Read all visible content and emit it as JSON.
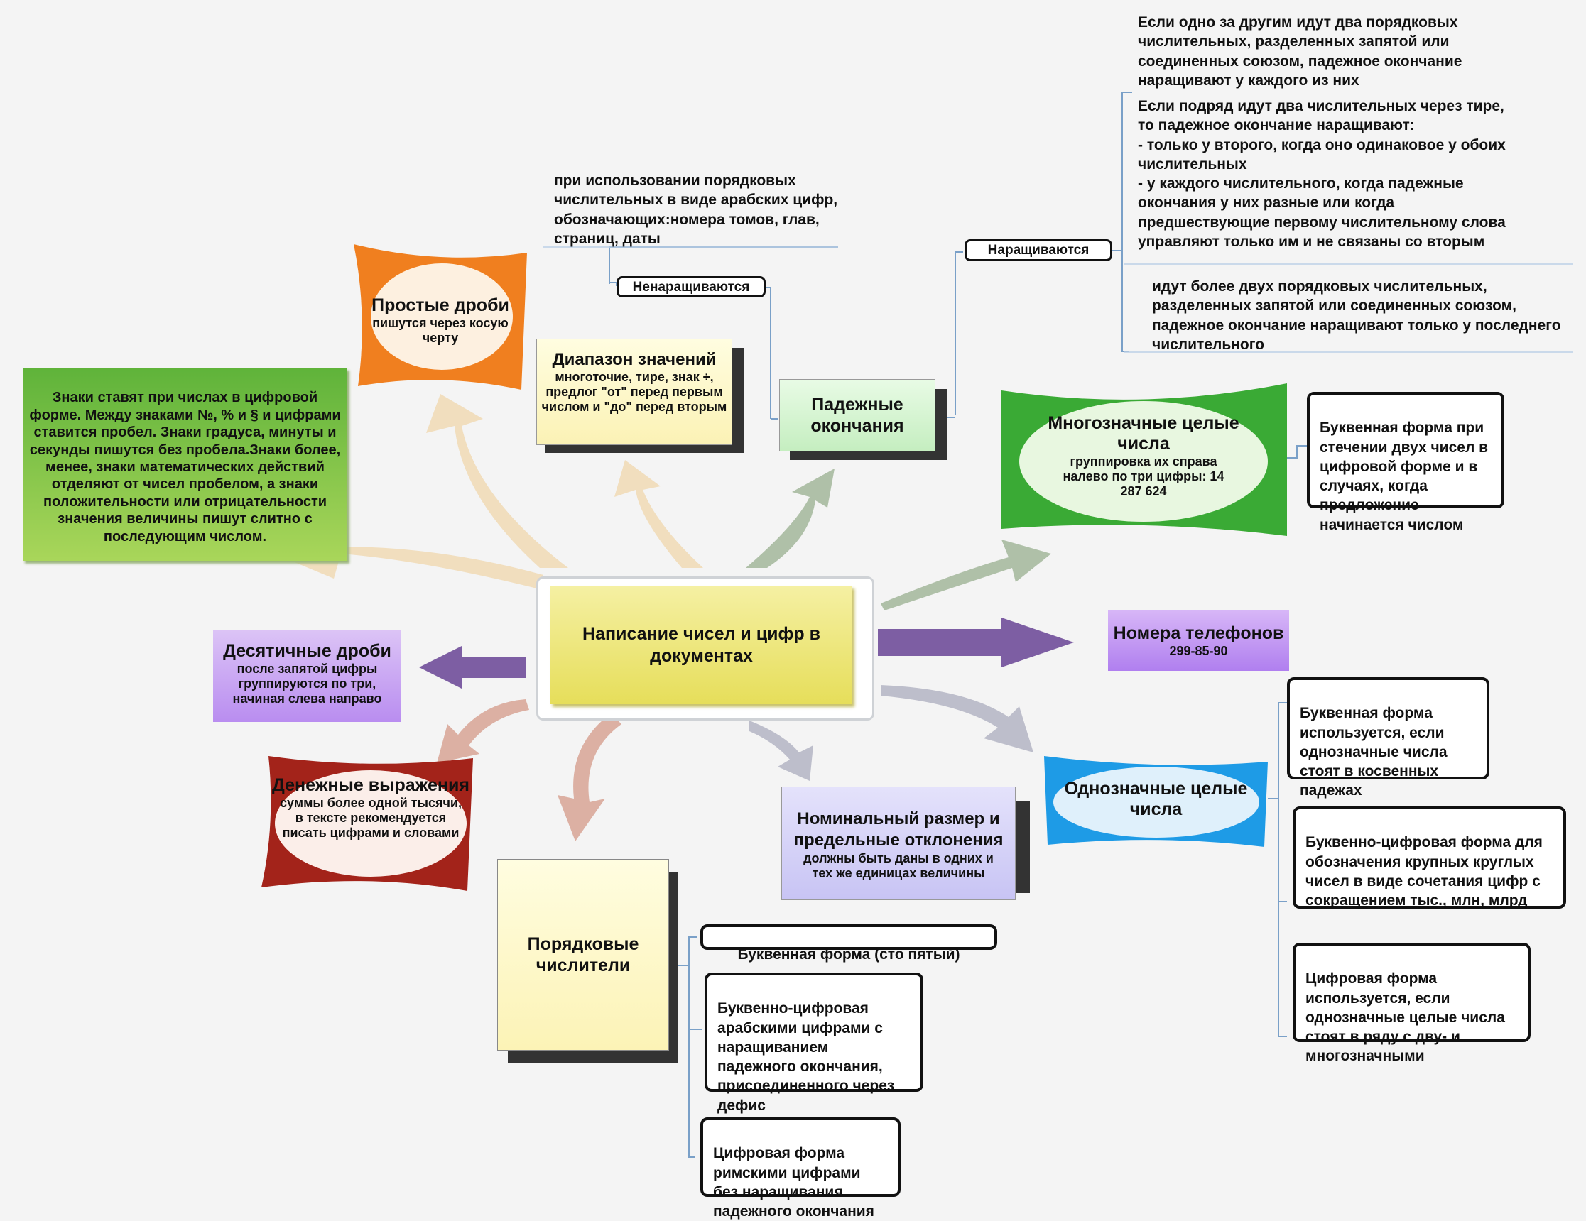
{
  "center": {
    "title": "Написание чисел и цифр в документах"
  },
  "topics": {
    "prostye": {
      "title": "Простые дроби",
      "sub": "пишутся через косую черту"
    },
    "znaki": {
      "text": "Знаки ставят при числах в цифровой форме. Между знаками №, % и § и цифрами ставится пробел. Знаки градуса, минуты и секунды пишутся без пробела.Знаки более, менее, знаки математических действий отделяют от чисел пробелом, а знаки положительности или отрицательности значения величины пишут слитно с последующим числом."
    },
    "diapazon": {
      "title": "Диапазон значений",
      "sub": "многоточие, тире, знак ÷, предлог \"от\" перед первым числом и \"до\" перед вторым"
    },
    "padezh": {
      "title": "Падежные окончания"
    },
    "mnogoznach": {
      "title": "Многозначные целые числа",
      "sub": "группировка их справа налево по три цифры: 14 287 624"
    },
    "nomera": {
      "title": "Номера телефонов",
      "sub": "299-85-90"
    },
    "odnoznach": {
      "title": "Однозначные целые числа"
    },
    "nominal": {
      "title": "Номинальный размер и предельные отклонения",
      "sub": "должны быть даны в одних и тех же единицах величины"
    },
    "poryadk": {
      "title": "Порядковые числители"
    },
    "denezh": {
      "title": "Денежные выражения",
      "sub": "суммы более одной тысячи, в тексте рекомендуется писать цифрами и словами"
    },
    "desyat": {
      "title": "Десятичные дроби",
      "sub": "после запятой цифры группируются по три, начиная слева направо"
    }
  },
  "labels": {
    "nenarash": "Ненаращиваются",
    "narash": "Наращиваются"
  },
  "notes": {
    "nenarash_note": "при использовании порядковых числительных в виде арабских цифр, обозначающих:номера томов, глав, страниц, даты",
    "narash_1": "Если одно за другим идут два порядковых числительных, разделенных запятой или соединенных союзом, падежное окончание наращивают у каждого из них",
    "narash_2": "Если подряд идут два числительных через тире, то падежное окончание наращивают:\n- только у второго, когда оно одинаковое у обоих числительных\n- у каждого числительного, когда падежные окончания у них разные или когда предшествующие первому числительному слова управляют только им и не связаны со вторым",
    "narash_3": "идут более двух порядковых числительных, разделенных запятой или соединенных союзом, падежное окончание наращивают только у последнего числительного"
  },
  "boxes": {
    "mnogo_bukv": "Буквенная форма при стечении двух чисел в цифровой форме и в случаях, когда предложение начинается числом",
    "odno_bukv": "Буквенная форма используется, если однозначные числа стоят в косвенных падежах",
    "odno_bukvcifr": "Буквенно-цифровая форма для обозначения крупных круглых чисел в виде сочетания цифр с сокращением тыс., млн, млрд",
    "odno_cifr": "Цифровая форма используется, если однозначные целые числа стоят в ряду с дву- и многозначными",
    "por_bukv": "Буквенная форма (сто пятый)",
    "por_bukvcifr": "Буквенно-цифровая арабскими цифрами с наращиванием падежного окончания, присоединенного через дефис",
    "por_cifr": "Цифровая форма римскими цифрами без наращивания падежного окончания"
  },
  "colors": {
    "orange": "#f07f1f",
    "green": "#3aaa35",
    "blue": "#1e9be6",
    "darkred": "#a3231a",
    "purple": "#7d5ea3",
    "center": "#ece36a",
    "lime": "#84c441"
  }
}
